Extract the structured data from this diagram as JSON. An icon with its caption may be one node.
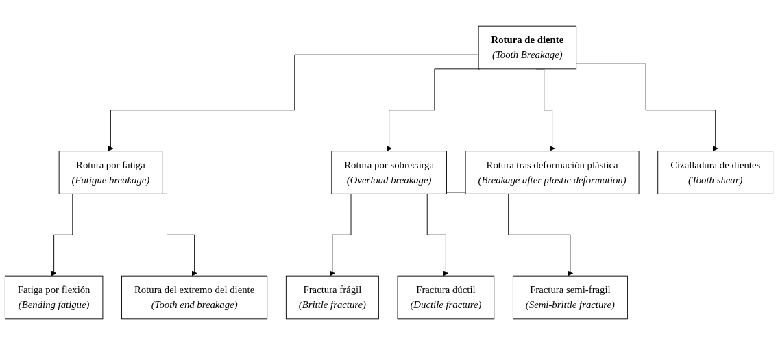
{
  "diagram": {
    "nodes": [
      {
        "text": [
          "Rotura de diente",
          "(Tooth Breakage)"
        ]
      },
      {
        "text": [
          "Rotura por fatiga",
          "(Fatigue breakage)"
        ]
      },
      {
        "text": [
          "Rotura por sobrecarga",
          "(Overload breakage)"
        ]
      },
      {
        "text": [
          "Rotura tras deformación plástica",
          "(Breakage after plastic deformation)"
        ]
      },
      {
        "text": [
          "Cizalladura de dientes",
          "(Tooth shear)"
        ]
      },
      {
        "text": [
          "Fatiga por flexión",
          "(Bending fatigue)"
        ]
      },
      {
        "text": [
          "Rotura del extremo del diente",
          "(Tooth end breakage)"
        ]
      },
      {
        "text": [
          "Fractura frágil",
          "(Brittle fracture)"
        ]
      },
      {
        "text": [
          "Fractura dúctil",
          "(Ductile fracture)"
        ]
      },
      {
        "text": [
          "Fractura semi-fragil",
          "(Semi-brittle fracture)"
        ]
      }
    ],
    "edges": [
      {
        "from": 0,
        "to": 1,
        "arrow": "to"
      },
      {
        "from": 0,
        "to": 2,
        "arrow": "to"
      },
      {
        "from": 0,
        "to": 3,
        "arrow": "to"
      },
      {
        "from": 0,
        "to": 4,
        "arrow": "to"
      },
      {
        "from": 1,
        "to": 5,
        "arrow": "to"
      },
      {
        "from": 1,
        "to": 6,
        "arrow": "to"
      },
      {
        "from": 2,
        "to": 7,
        "arrow": "to"
      },
      {
        "from": 2,
        "to": 8,
        "arrow": "to"
      },
      {
        "from": 2,
        "to": 9,
        "arrow": "to"
      }
    ]
  }
}
